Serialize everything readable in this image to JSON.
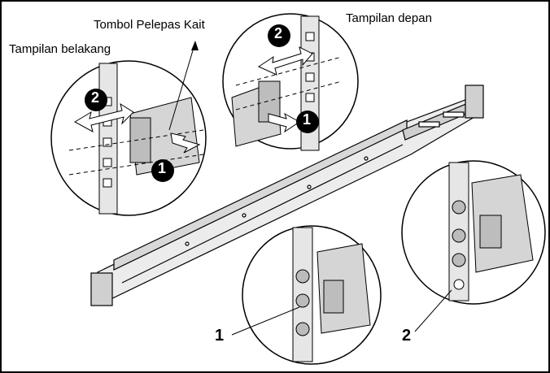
{
  "labels": {
    "release_button": "Tombol Pelepas Kait",
    "front_view": "Tampilan depan",
    "rear_view": "Tampilan belakang"
  },
  "callouts": {
    "one": "1",
    "two": "2"
  },
  "steps": {
    "rear_step1": "1",
    "rear_step2": "2",
    "front_step1": "1",
    "front_step2": "2"
  },
  "colors": {
    "line": "#000000",
    "metal": "#e9e9e9",
    "metal_dark": "#bdbdbd",
    "step_badge": "#000000"
  }
}
